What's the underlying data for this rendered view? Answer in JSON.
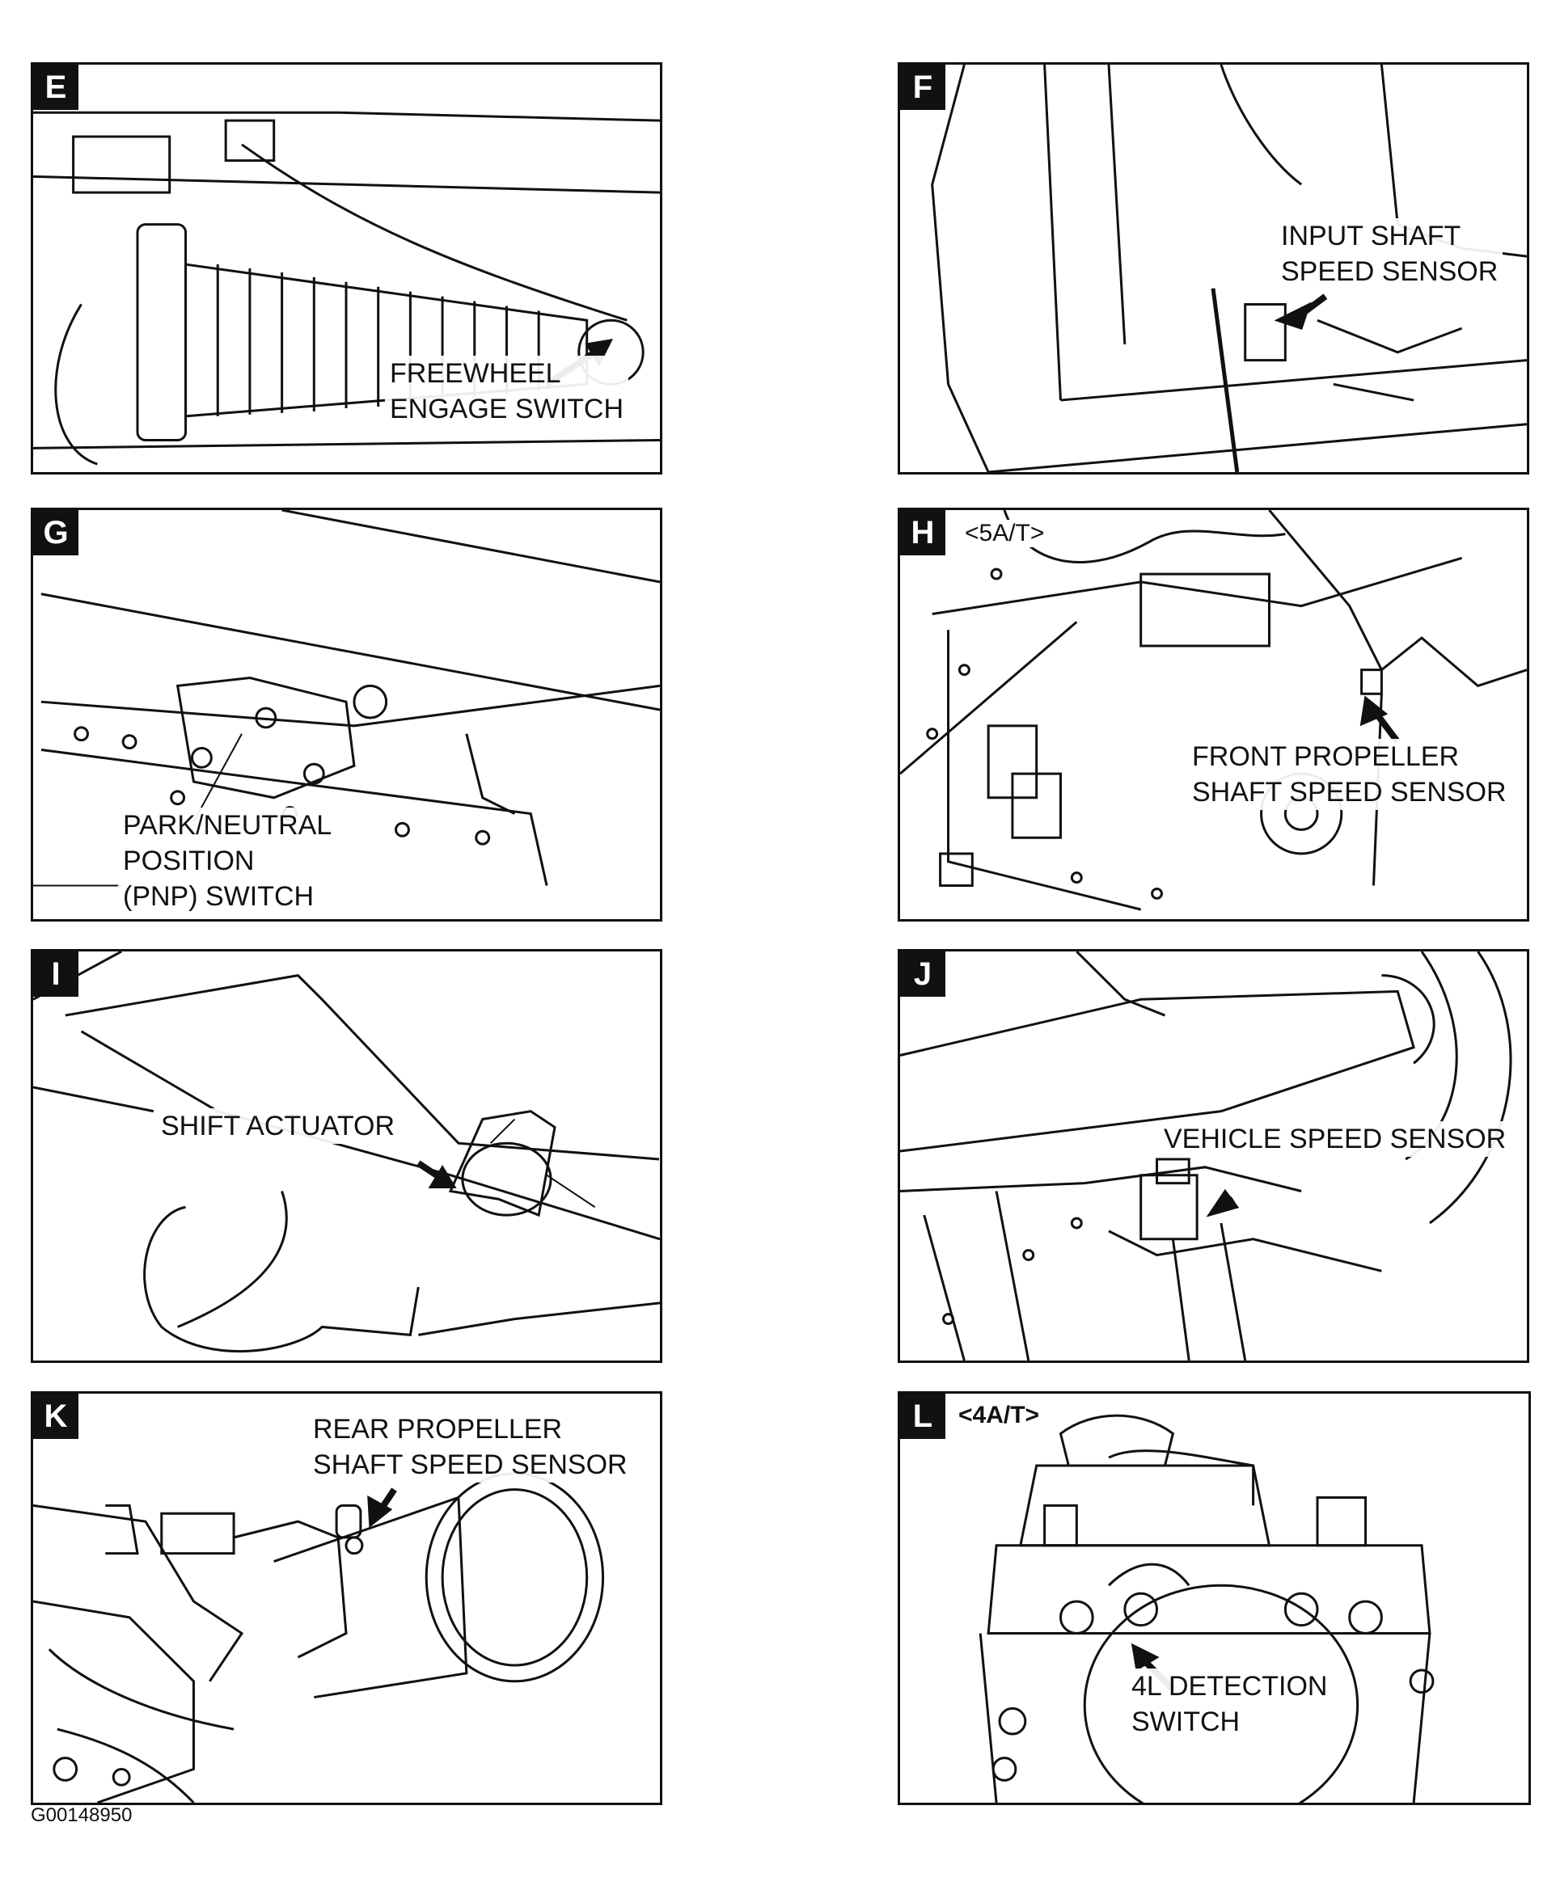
{
  "panels": [
    {
      "id": "E",
      "subtitle": "",
      "callout_lines": [
        "FREEWHEEL",
        "ENGAGE SWITCH"
      ]
    },
    {
      "id": "F",
      "subtitle": "",
      "callout_lines": [
        "INPUT SHAFT",
        "SPEED SENSOR"
      ]
    },
    {
      "id": "G",
      "subtitle": "",
      "callout_lines": [
        "PARK/NEUTRAL",
        "POSITION",
        "(PNP) SWITCH"
      ]
    },
    {
      "id": "H",
      "subtitle": "<5A/T>",
      "callout_lines": [
        "FRONT PROPELLER",
        "SHAFT SPEED SENSOR"
      ]
    },
    {
      "id": "I",
      "subtitle": "",
      "callout_lines": [
        "SHIFT ACTUATOR"
      ]
    },
    {
      "id": "J",
      "subtitle": "",
      "callout_lines": [
        "VEHICLE SPEED SENSOR"
      ]
    },
    {
      "id": "K",
      "subtitle": "",
      "callout_lines": [
        "REAR PROPELLER",
        "SHAFT SPEED SENSOR"
      ]
    },
    {
      "id": "L",
      "subtitle": "<4A/T>",
      "callout_lines": [
        "4L DETECTION",
        "SWITCH"
      ]
    }
  ],
  "figure_id": "G00148950"
}
